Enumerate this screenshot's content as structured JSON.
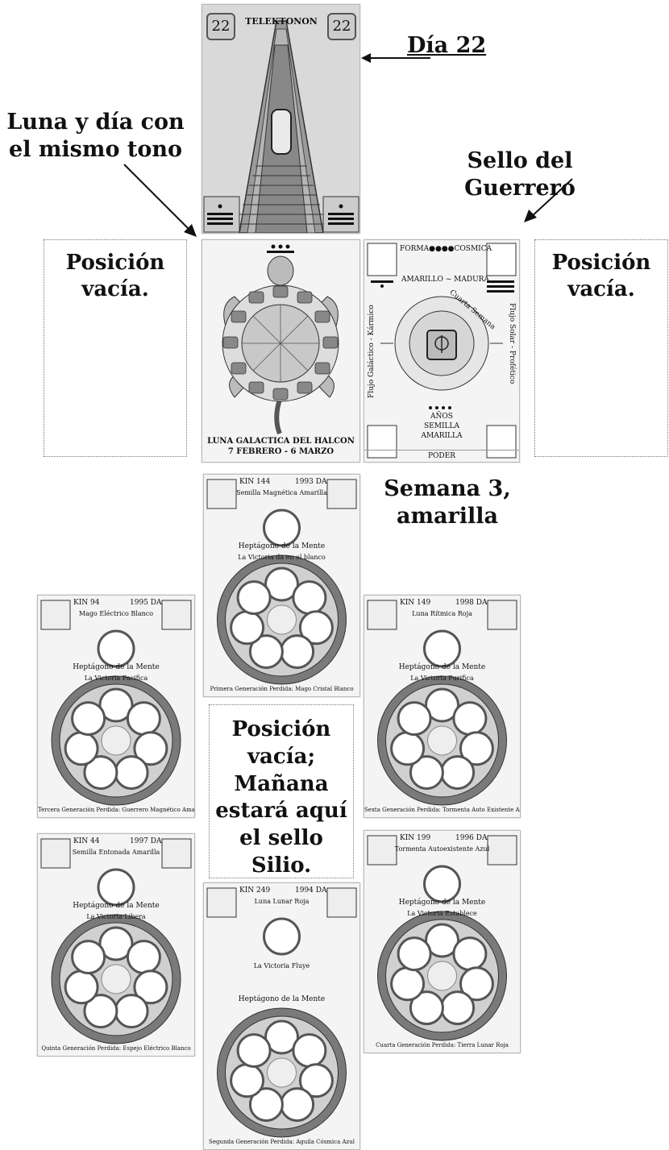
{
  "annotations": {
    "dia22": "Día 22",
    "luna_dia": "Luna y día con el mismo tono",
    "sello_guerrero": "Sello del Guerrero",
    "semana3": "Semana 3, amarilla",
    "empty_left": "Posición vacía.",
    "empty_right": "Posición vacía.",
    "empty_center": "Posición vacía; Mañana estará aquí el sello Silio."
  },
  "telektonon": {
    "title": "TELEKTONON",
    "num_left": "22",
    "num_right": "22"
  },
  "luna": {
    "line1": "LUNA GALACTICA DEL HALCON",
    "line2": "7 FEBRERO - 6 MARZO"
  },
  "plasma": {
    "title": "FORMA●●●●COSMICA",
    "sub": "AMARILLO ~ MADURA",
    "week": "Cuarta Semana",
    "left_side": "Flujo Galáctico - Kármico",
    "right_side": "Flujo Solar - Profético",
    "years1": "AÑOS",
    "years2": "SEMILLA",
    "years3": "AMARILLA",
    "bottom": "PODER"
  },
  "cards": {
    "top": {
      "kin": "KIN 144",
      "year": "1993 DA",
      "name": "Semilla Magnética Amarilla",
      "victory": "La Victoria da en el blanco",
      "hepta": "Heptágono de la Mente",
      "footer": "Primera Generación Perdida: Mago Cristal Blanco"
    },
    "left1": {
      "kin": "KIN 94",
      "year": "1995 DA",
      "name": "Mago Eléctrico Blanco",
      "victory": "La Victoria Pacifica",
      "hepta": "Heptágono de la Mente",
      "footer": "Tercera Generación Perdida: Guerrero Magnético Amarillo"
    },
    "right1": {
      "kin": "KIN 149",
      "year": "1998 DA",
      "name": "Luna Rítmica Roja",
      "victory": "La Victoria Purifica",
      "hepta": "Heptágono de la Mente",
      "footer": "Sexta Generación Perdida: Tormenta Auto Existente Azul"
    },
    "left2": {
      "kin": "KIN 44",
      "year": "1997 DA",
      "name": "Semilla Entonada Amarilla",
      "victory": "La Victoria Libera",
      "hepta": "Heptágono de la Mente",
      "footer": "Quinta Generación Perdida: Espejo Eléctrico Blanco"
    },
    "right2": {
      "kin": "KIN 199",
      "year": "1996 DA",
      "name": "Tormenta Autoexistente Azul",
      "victory": "La Victoria Establece",
      "hepta": "Heptágono de la Mente",
      "footer": "Cuarta Generación Perdida: Tierra Lunar Roja"
    },
    "bottom": {
      "kin": "KIN 249",
      "year": "1994 DA",
      "name": "Luna Lunar Roja",
      "victory": "La Victoria Fluye",
      "hepta": "Heptágono de la Mente",
      "footer": "Segunda Generación Perdida: Aguila Cósmica Azul"
    }
  }
}
